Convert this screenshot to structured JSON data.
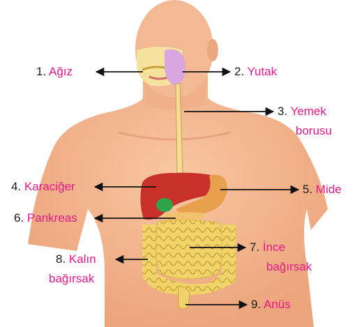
{
  "diagram": {
    "labels": [
      {
        "num": "1.",
        "name": "Ağız"
      },
      {
        "num": "2.",
        "name": "Yutak"
      },
      {
        "num": "3.",
        "name": "Yemek",
        "name2": "borusu"
      },
      {
        "num": "4.",
        "name": "Karaciğer"
      },
      {
        "num": "5.",
        "name": "Mide"
      },
      {
        "num": "6.",
        "name": "Pankreas"
      },
      {
        "num": "7.",
        "name": "İnce",
        "name2": "bağırsak"
      },
      {
        "num": "8.",
        "name": "Kalın",
        "name2": "bağırsak"
      },
      {
        "num": "9.",
        "name": "Anüs"
      }
    ]
  },
  "colors": {
    "skin": "#f2b48e",
    "skin_shadow": "#e39a72",
    "number_text": "#1a1a1a",
    "name_text": "#e6198a",
    "arrow": "#111111",
    "liver": "#c8302a",
    "stomach": "#e9a04e",
    "pancreas_gallbladder": "#2fa34a",
    "intestine": "#f0d36a",
    "esophagus": "#f4dc9a",
    "pharynx": "#d9a6e0"
  },
  "icons": {
    "arrow_head": "arrow-head-icon"
  }
}
